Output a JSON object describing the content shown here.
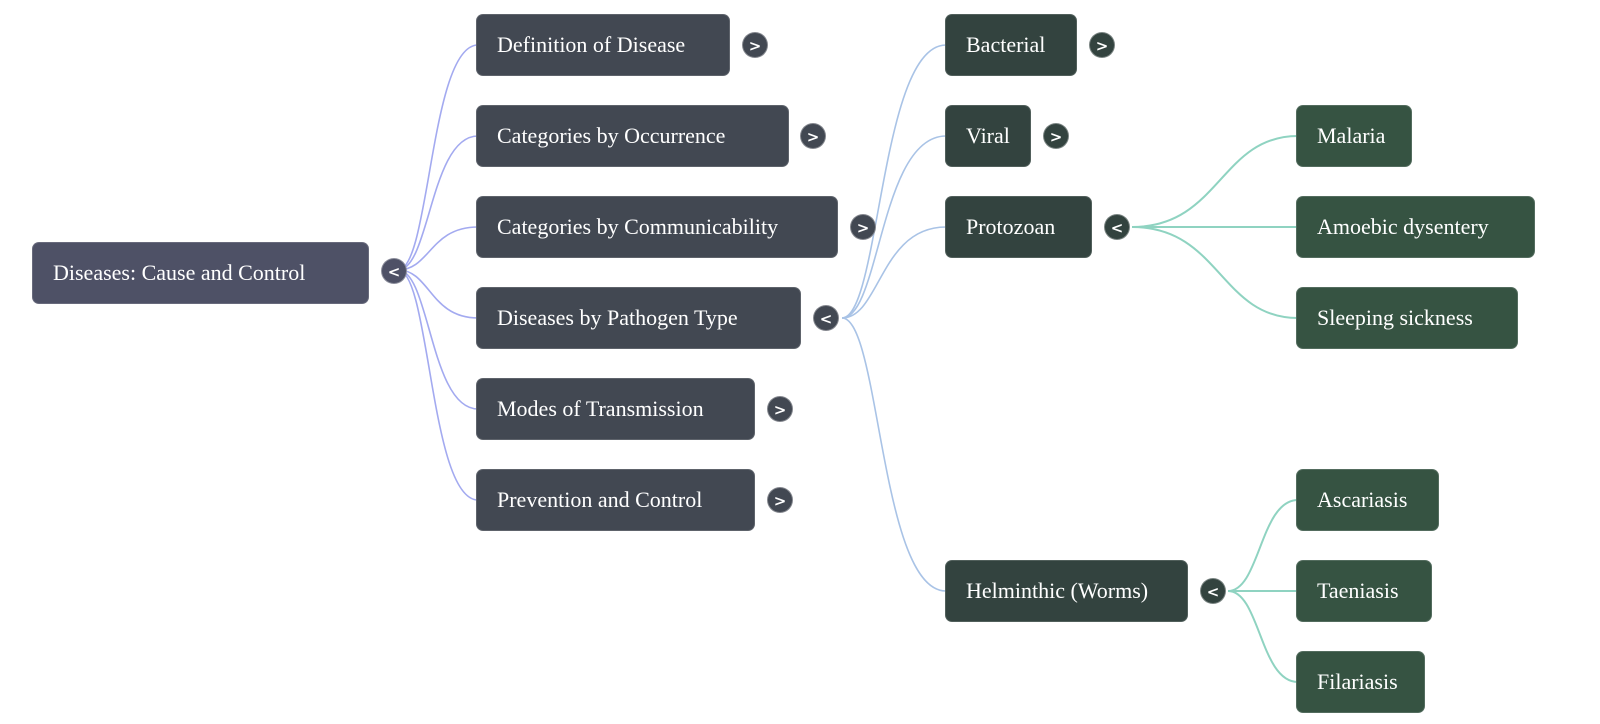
{
  "mindmap": {
    "root": {
      "label": "Diseases: Cause and Control",
      "toggle": "<",
      "expanded": true
    },
    "branches": [
      {
        "label": "Definition of Disease",
        "toggle": ">",
        "expanded": false
      },
      {
        "label": "Categories by Occurrence",
        "toggle": ">",
        "expanded": false
      },
      {
        "label": "Categories by Communicability",
        "toggle": ">",
        "expanded": false
      },
      {
        "label": "Diseases by Pathogen Type",
        "toggle": "<",
        "expanded": true
      },
      {
        "label": "Modes of Transmission",
        "toggle": ">",
        "expanded": false
      },
      {
        "label": "Prevention and Control",
        "toggle": ">",
        "expanded": false
      }
    ],
    "pathogen_types": [
      {
        "label": "Bacterial",
        "toggle": ">",
        "expanded": false
      },
      {
        "label": "Viral",
        "toggle": ">",
        "expanded": false
      },
      {
        "label": "Protozoan",
        "toggle": "<",
        "expanded": true
      },
      {
        "label": "Helminthic (Worms)",
        "toggle": "<",
        "expanded": true
      }
    ],
    "protozoan_diseases": [
      {
        "label": "Malaria"
      },
      {
        "label": "Amoebic dysentery"
      },
      {
        "label": "Sleeping sickness"
      }
    ],
    "helminthic_diseases": [
      {
        "label": "Ascariasis"
      },
      {
        "label": "Taeniasis"
      },
      {
        "label": "Filariasis"
      }
    ],
    "colors": {
      "level0_edge": "#a3aaf0",
      "level1_edge": "#a9c3e6",
      "level2_edge": "#8fd3c1",
      "root_fill": "#4e5166",
      "branch_fill": "#424852",
      "pathogen_fill": "#33433f",
      "leaf_fill": "#365342"
    }
  }
}
